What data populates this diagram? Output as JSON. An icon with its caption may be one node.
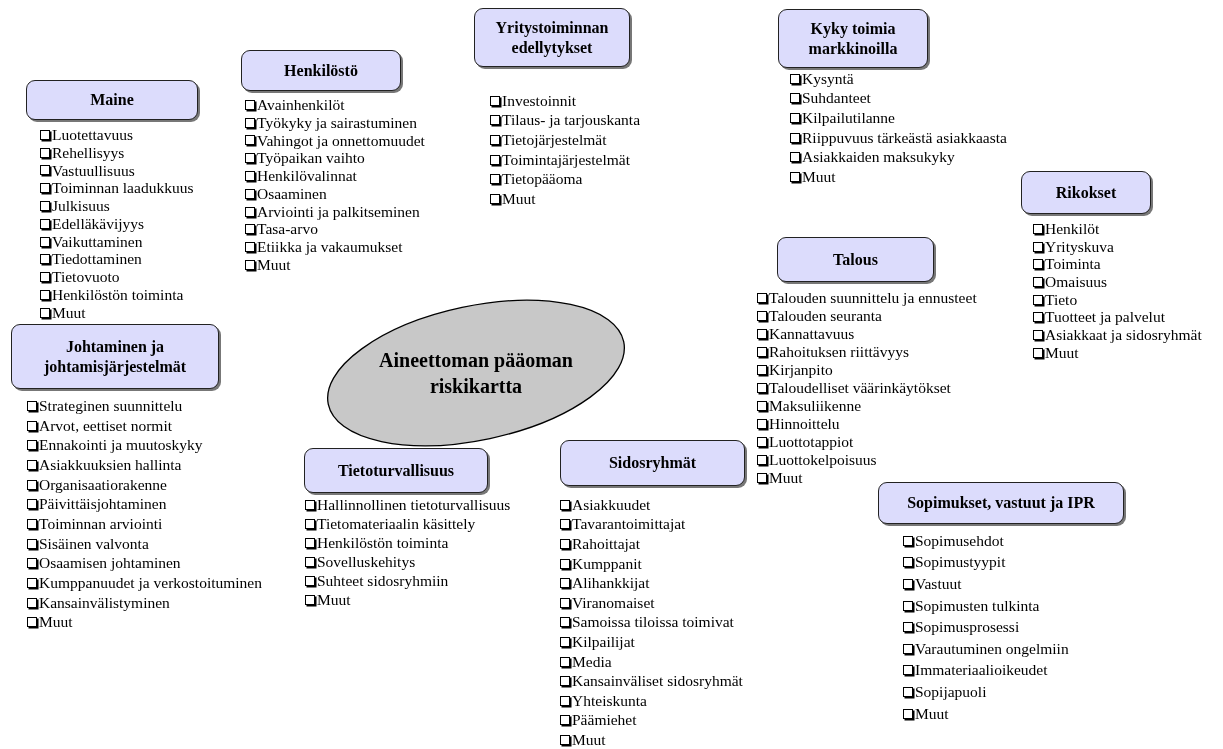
{
  "diagram": {
    "nodes": [
      {
        "text": [
          "Maine"
        ],
        "beside": [
          "Luotettavuus",
          "Rehellisyys",
          "Vastuullisuus",
          "Toiminnan laadukkuus",
          "Julkisuus",
          "Edelläkävijyys",
          "Vaikuttaminen",
          "Tiedottaminen",
          "Tietovuoto",
          "Henkilöstön toiminta",
          "Muut"
        ]
      },
      {
        "text": [
          "Henkilöstö"
        ],
        "beside": [
          "Avainhenkilöt",
          "Työkyky ja sairastuminen",
          "Vahingot ja onnettomuudet",
          "Työpaikan vaihto",
          "Henkilövalinnat",
          "Osaaminen",
          "Arviointi ja palkitseminen",
          "Tasa-arvo",
          "Etiikka ja vakaumukset",
          "Muut"
        ]
      },
      {
        "text": [
          "Yritystoiminnan edellytykset"
        ],
        "beside": [
          "Investoinnit",
          "Tilaus- ja tarjouskanta",
          "Tietojärjestelmät",
          "Toimintajärjestelmät",
          "Tietopääoma",
          "Muut"
        ]
      },
      {
        "text": [
          "Kyky toimia markkinoilla"
        ],
        "beside": [
          "Kysyntä",
          "Suhdanteet",
          "Kilpailutilanne",
          "Riippuvuus tärkeästä asiakkaasta",
          "Asiakkaiden maksukyky",
          "Muut"
        ]
      },
      {
        "text": [
          "Rikokset"
        ],
        "beside": [
          "Henkilöt",
          "Yrityskuva",
          "Toiminta",
          "Omaisuus",
          "Tieto",
          "Tuotteet ja palvelut",
          "Asiakkaat ja sidosryhmät",
          "Muut"
        ]
      },
      {
        "text": [
          "Talous"
        ],
        "beside": [
          "Talouden suunnittelu ja ennusteet",
          "Talouden seuranta",
          "Kannattavuus",
          "Rahoituksen riittävyys",
          "Kirjanpito",
          "Taloudelliset väärinkäytökset",
          "Maksuliikenne",
          "Hinnoittelu",
          "Luottotappiot",
          "Luottokelpoisuus",
          "Muut"
        ]
      },
      {
        "text": [
          "Johtaminen ja johtamisjärjestelmät"
        ],
        "beside": [
          "Strateginen suunnittelu",
          "Arvot, eettiset normit",
          "Ennakointi ja muutoskyky",
          "Asiakkuuksien hallinta",
          "Organisaatiorakenne",
          "Päivittäisjohtaminen",
          "Toiminnan arviointi",
          "Sisäinen valvonta",
          "Osaamisen johtaminen",
          "Kumppanuudet ja verkostoituminen",
          "Kansainvälistyminen",
          "Muut"
        ]
      },
      {
        "text": [
          "Aineettoman pääoman riskikartta"
        ]
      },
      {
        "text": [
          "Tietoturvallisuus"
        ],
        "beside": [
          "Hallinnollinen tietoturvallisuus",
          "Tietomateriaalin käsittely",
          "Henkilöstön toiminta",
          "Sovelluskehitys",
          "Suhteet sidosryhmiin",
          "Muut"
        ]
      },
      {
        "text": [
          "Sidosryhmät"
        ],
        "beside": [
          "Asiakkuudet",
          "Tavarantoimittajat",
          "Rahoittajat",
          "Kumppanit",
          "Alihankkijat",
          "Viranomaiset",
          "Samoissa tiloissa toimivat",
          "Kilpailijat",
          "Media",
          "Kansainväliset sidosryhmät",
          "Yhteiskunta",
          "Päämiehet",
          "Muut"
        ]
      },
      {
        "text": [
          "Sopimukset, vastuut ja IPR"
        ],
        "beside": [
          "Sopimusehdot",
          "Sopimustyypit",
          "Vastuut",
          "Sopimusten tulkinta",
          "Sopimusprosessi",
          "Varautuminen ongelmiin",
          "Immateriaalioikeudet",
          "Sopijapuoli",
          "Muut"
        ]
      }
    ]
  }
}
